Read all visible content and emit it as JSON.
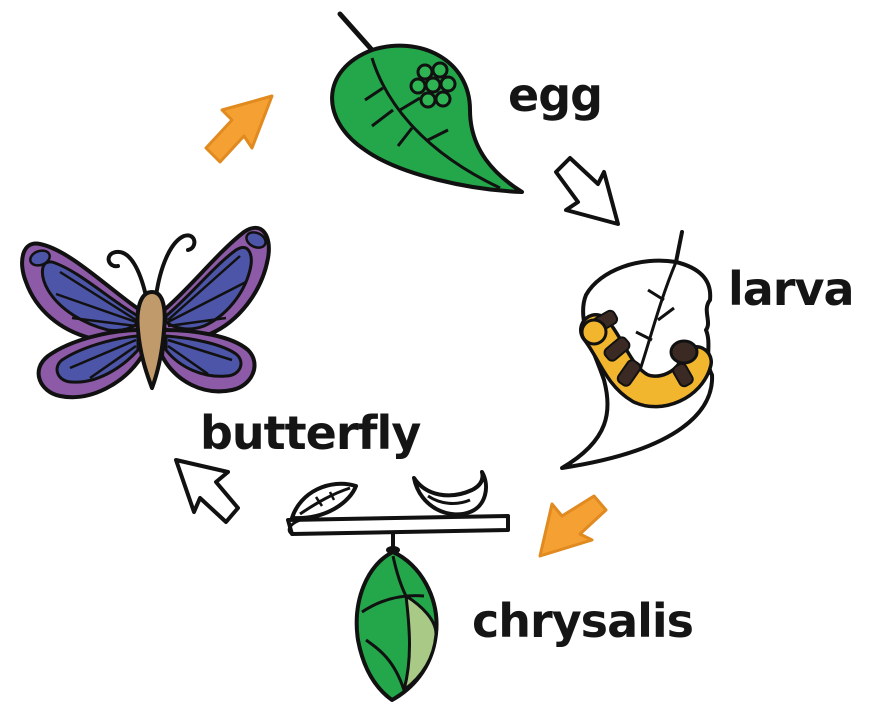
{
  "diagram": {
    "stages": {
      "egg": {
        "label": "egg",
        "icon": "leaf-with-eggs-icon"
      },
      "larva": {
        "label": "larva",
        "icon": "caterpillar-on-leaf-icon"
      },
      "chrysalis": {
        "label": "chrysalis",
        "icon": "chrysalis-icon"
      },
      "butterfly": {
        "label": "butterfly",
        "icon": "butterfly-icon"
      }
    },
    "cycle_order": [
      "egg",
      "larva",
      "chrysalis",
      "butterfly"
    ],
    "colors": {
      "leaf_green": "#23a74a",
      "chrysalis_light": "#a9c987",
      "arrow_orange": "#f4a033",
      "wing_purple": "#8c5aa6",
      "wing_blue": "#4d55a8",
      "body_tan": "#c19a6b",
      "caterpillar_yellow": "#f2b52e",
      "caterpillar_dark": "#3b2a23"
    }
  }
}
